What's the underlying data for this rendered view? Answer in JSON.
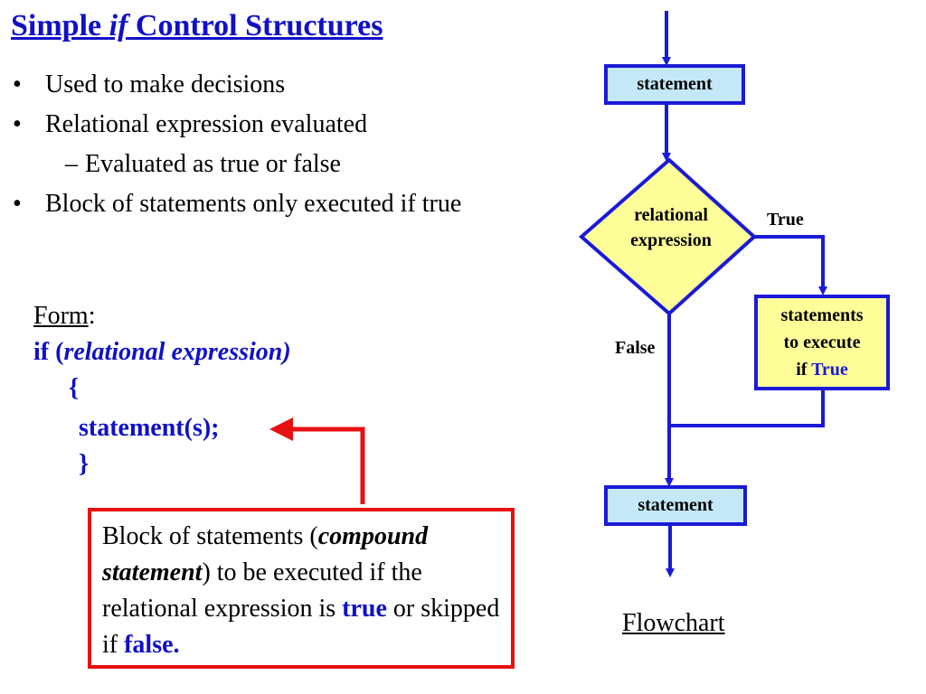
{
  "title": {
    "word1": "Simple ",
    "word2": "if",
    "word3": " Control Structures"
  },
  "bullets": [
    {
      "marker": "•",
      "text": "Used to make decisions"
    },
    {
      "marker": "•",
      "text": "Relational expression evaluated"
    },
    {
      "marker": "–",
      "text": "Evaluated as true or false"
    },
    {
      "marker": "•",
      "text": "Block of statements only executed if true"
    }
  ],
  "form": {
    "label": "Form",
    "colon": ":",
    "if_keyword": "if  (",
    "condition": "relational expression",
    "if_close": ")",
    "open_brace": "{",
    "statement": "statement(s);",
    "close_brace": "}"
  },
  "note": {
    "p1": "Block of statements (",
    "p2": "compound statement",
    "p3": ") to be executed if the relational expression is ",
    "p4": "true",
    "p5": " or skipped if ",
    "p6": "false."
  },
  "flowchart": {
    "top_statement": "statement",
    "decision_line1": "relational",
    "decision_line2": "expression",
    "true_label": "True",
    "false_label": "False",
    "true_box_line1": "statements",
    "true_box_line2": "to execute",
    "true_box_line3_prefix": "if ",
    "true_box_line3_word": "True",
    "bottom_statement": "statement",
    "caption": "Flowchart"
  },
  "colors": {
    "title_blue": "#1010c8",
    "flow_blue": "#1a1ad8",
    "statement_fill": "#c4e8f8",
    "decision_fill": "#ffff99",
    "note_red": "#e81010"
  }
}
